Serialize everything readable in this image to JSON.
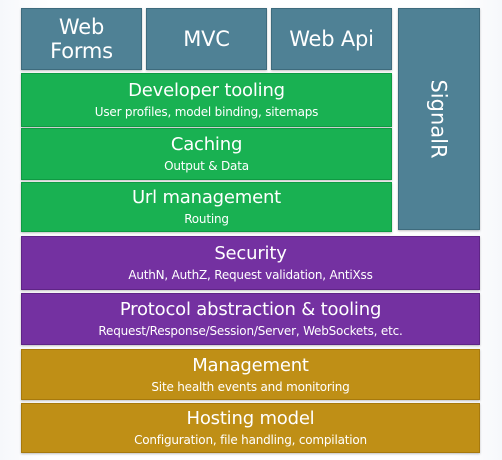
{
  "colors": {
    "frameworks": "#4f8195",
    "aspnet_core": "#19b152",
    "security": "#7431a1",
    "hosting": "#bf8f16"
  },
  "frameworks": {
    "web_forms": "Web\nForms",
    "mvc": "MVC",
    "web_api": "Web Api",
    "signalr": "SignalR"
  },
  "layers": [
    {
      "title": "Developer tooling",
      "subtitle": "User profiles, model binding, sitemaps"
    },
    {
      "title": "Caching",
      "subtitle": "Output & Data"
    },
    {
      "title": "Url management",
      "subtitle": "Routing"
    },
    {
      "title": "Security",
      "subtitle": "AuthN, AuthZ, Request validation, AntiXss"
    },
    {
      "title": "Protocol abstraction & tooling",
      "subtitle": "Request/Response/Session/Server, WebSockets, etc."
    },
    {
      "title": "Management",
      "subtitle": "Site health events and monitoring"
    },
    {
      "title": "Hosting model",
      "subtitle": "Configuration, file handling, compilation"
    }
  ]
}
